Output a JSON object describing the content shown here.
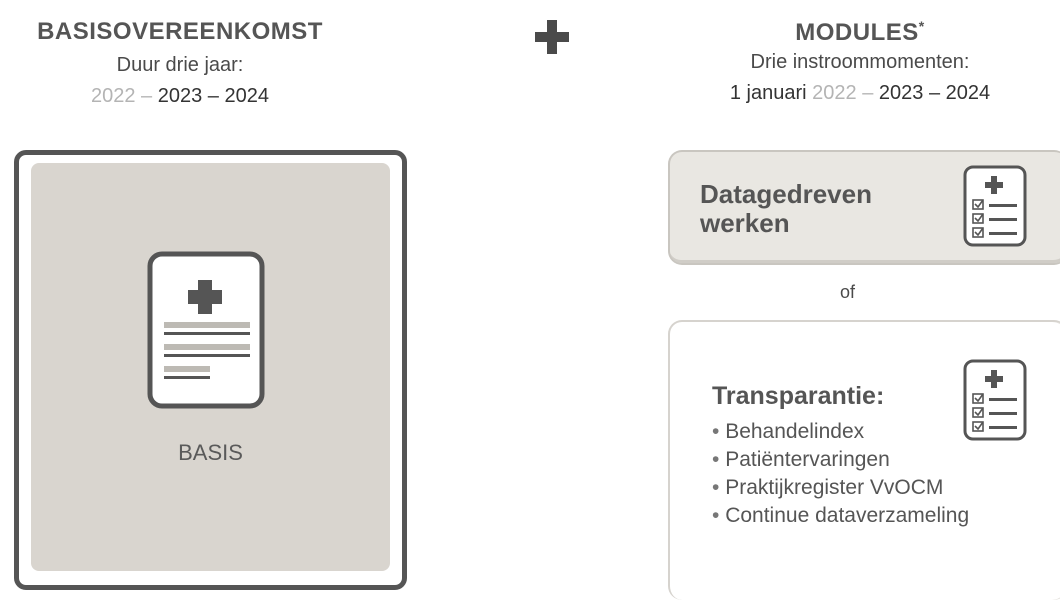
{
  "basis": {
    "title": "BASISOVEREENKOMST",
    "duration": "Duur drie jaar:",
    "years": {
      "y1": "2022",
      "sep1": " – ",
      "y2": "2023",
      "sep2": " – ",
      "y3": "2024"
    },
    "card_label": "BASIS"
  },
  "plus": "+",
  "modules": {
    "title": "MODULES",
    "asterisk": "*",
    "moments": "Drie instroommomenten:",
    "start": {
      "prefix": "1 januari ",
      "y1": "2022",
      "sep1": " – ",
      "y2": "2023",
      "sep2": " – ",
      "y3": "2024"
    },
    "datagedreven": {
      "line1": "Datagedreven",
      "line2": "werken"
    },
    "or_label": "of",
    "transparantie": {
      "title": "Transparantie:",
      "items": [
        "Behandelindex",
        "Patiëntervaringen",
        "Praktijkregister VvOCM",
        "Continue dataverzameling"
      ]
    }
  },
  "colors": {
    "basis_fill": "#d9d5cf",
    "module_fill": "#e9e7e2",
    "text": "#4a4a4a",
    "light_year": "#b4b4b4"
  },
  "icons": [
    "plus-icon",
    "medical-document-icon",
    "checklist-icon"
  ]
}
